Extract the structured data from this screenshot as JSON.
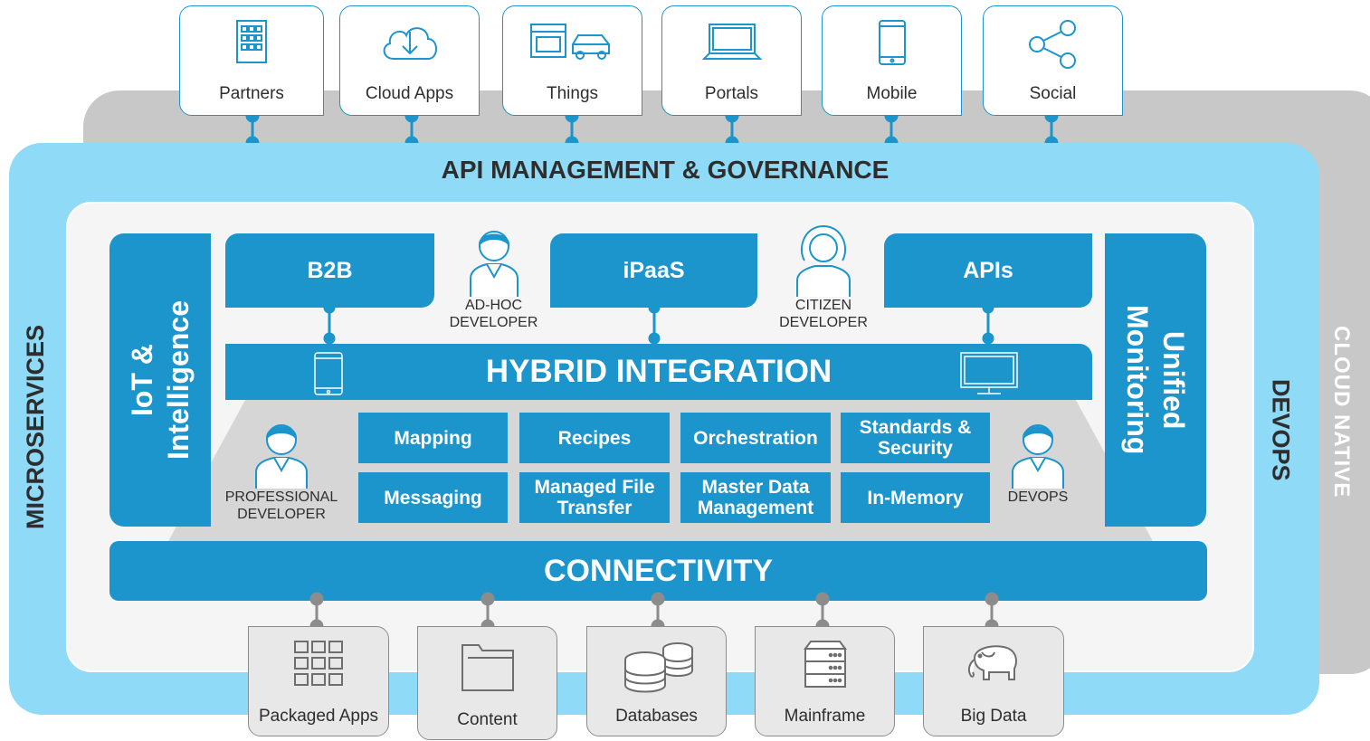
{
  "colors": {
    "brand_blue": "#1b95cc",
    "microservices_light_blue": "#8fdaf6",
    "cloud_native_gray": "#c8c8c8",
    "inner_panel": "#f5f5f5",
    "source_gray": "#e8e8e8",
    "text_dark": "#2e2e2e"
  },
  "outer": {
    "cloud_native": "CLOUD NATIVE",
    "microservices": "MICROSERVICES",
    "devops": "DEVOPS",
    "api_management": "API MANAGEMENT & GOVERNANCE"
  },
  "channels": [
    {
      "label": "Partners",
      "icon": "building-icon"
    },
    {
      "label": "Cloud Apps",
      "icon": "cloud-download-icon"
    },
    {
      "label": "Things",
      "icon": "oven-car-icon"
    },
    {
      "label": "Portals",
      "icon": "laptop-icon"
    },
    {
      "label": "Mobile",
      "icon": "mobile-phone-icon"
    },
    {
      "label": "Social",
      "icon": "share-icon"
    }
  ],
  "side": {
    "left": "IoT & Intelligence",
    "left_line1": "IoT &",
    "left_line2": "Intelligence",
    "right_line1": "Unified",
    "right_line2": "Monitoring"
  },
  "tabs": {
    "b2b": "B2B",
    "ipaas": "iPaaS",
    "apis": "APIs"
  },
  "personas": {
    "adhoc": [
      "AD-HOC",
      "DEVELOPER"
    ],
    "citizen": [
      "CITIZEN",
      "DEVELOPER"
    ],
    "professional": [
      "PROFESSIONAL",
      "DEVELOPER"
    ],
    "devops": "DEVOPS"
  },
  "hybrid": "HYBRID INTEGRATION",
  "capabilities": {
    "row1": [
      [
        "Mapping"
      ],
      [
        "Recipes"
      ],
      [
        "Orchestration"
      ],
      [
        "Standards &",
        "Security"
      ]
    ],
    "row2": [
      [
        "Messaging"
      ],
      [
        "Managed File",
        "Transfer"
      ],
      [
        "Master Data",
        "Management"
      ],
      [
        "In-Memory"
      ]
    ]
  },
  "connectivity": "CONNECTIVITY",
  "sources": [
    {
      "label": "Packaged Apps",
      "icon": "grid-apps-icon"
    },
    {
      "label": "Content",
      "icon": "folder-icon"
    },
    {
      "label": "Databases",
      "icon": "database-icon"
    },
    {
      "label": "Mainframe",
      "icon": "server-icon"
    },
    {
      "label": "Big Data",
      "icon": "elephant-icon"
    }
  ]
}
